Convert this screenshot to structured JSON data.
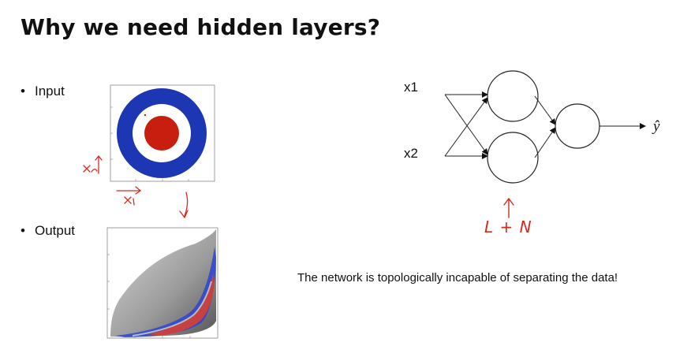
{
  "title": "Why we need hidden layers?",
  "bullets": {
    "input": "Input",
    "output": "Output"
  },
  "network": {
    "input_labels": [
      "x1",
      "x2"
    ],
    "output_label": "ŷ",
    "annotation": "L + N"
  },
  "caption": "The network is topologically incapable of separating the data!",
  "colors": {
    "outer_ring": "#1d36b4",
    "inner_disc": "#c81e10",
    "annotation": "#d62a1e"
  },
  "annotation_icons": [
    "handwritten-x2-axis",
    "handwritten-x1-axis",
    "handwritten-down-arrow",
    "handwritten-up-arrow"
  ]
}
